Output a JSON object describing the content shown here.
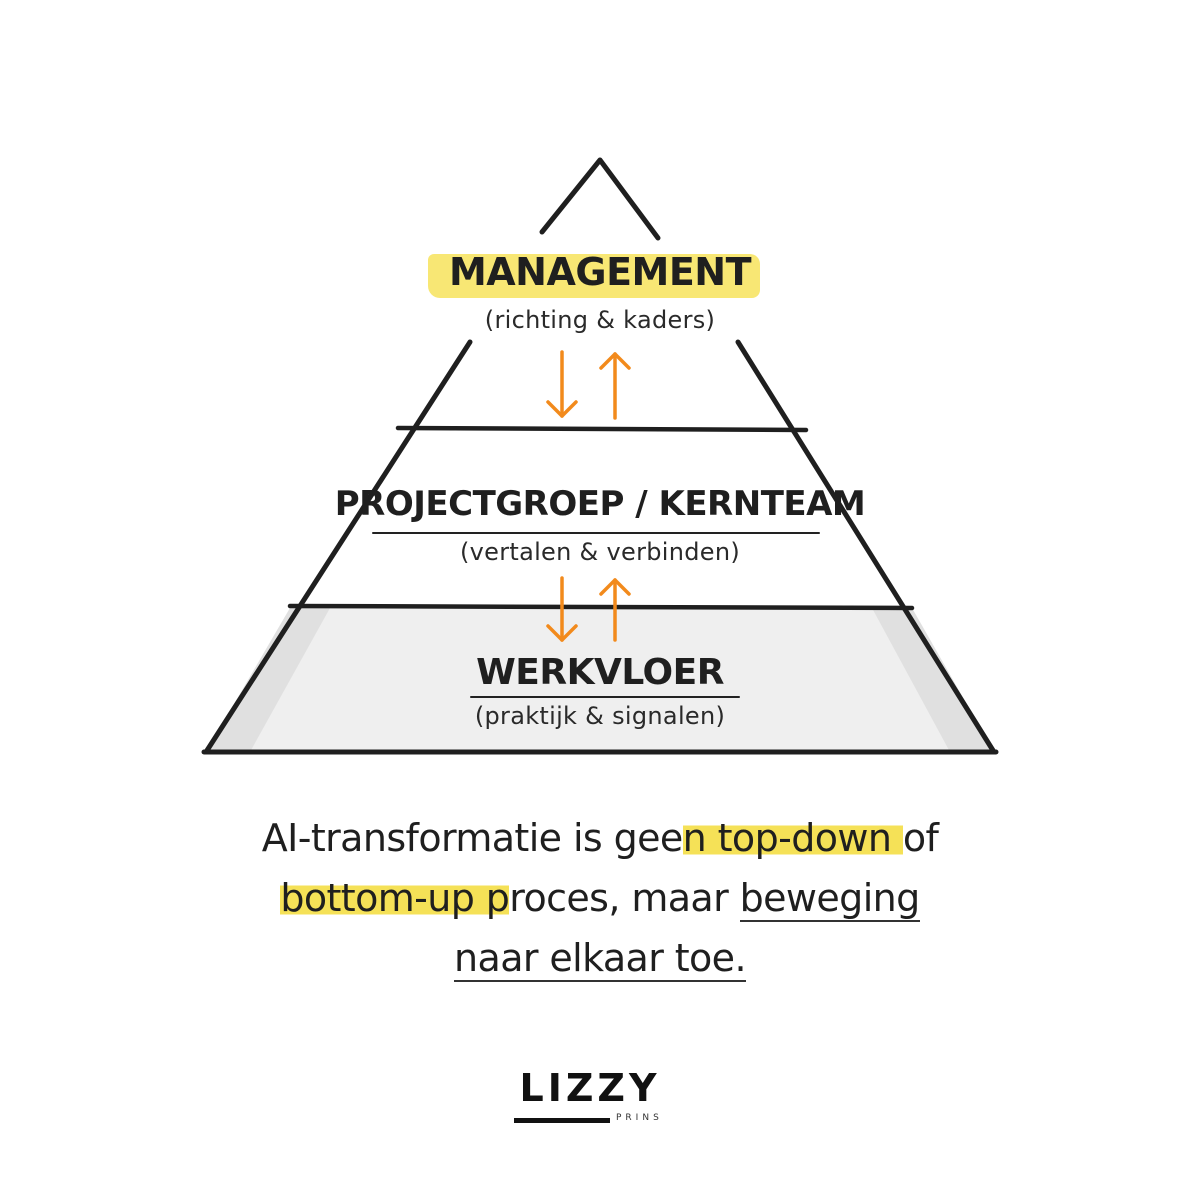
{
  "pyramid": {
    "levels": [
      {
        "title": "MANAGEMENT",
        "subtitle": "(richting & kaders)"
      },
      {
        "title": "PROJECTGROEP / KERNTEAM",
        "subtitle": "(vertalen & verbinden)"
      },
      {
        "title": "WERKVLOER",
        "subtitle": "(praktijk & signalen)"
      }
    ]
  },
  "caption": {
    "line1_a": "AI-transformatie is gee",
    "line1_b": "n top-down ",
    "line1_c": "of",
    "line2_a": "bottom-up p",
    "line2_b": "roces, maar ",
    "line2_c": "beweging",
    "line3": "naar elkaar toe."
  },
  "logo": {
    "name": "LIZZY",
    "tagline": "PRINS"
  },
  "colors": {
    "highlight": "#f7e35c",
    "arrow": "#f28a1c",
    "ink": "#1f1f1f",
    "base_fill": "#ececec"
  },
  "icons": [
    "arrow-down-icon",
    "arrow-up-icon"
  ]
}
